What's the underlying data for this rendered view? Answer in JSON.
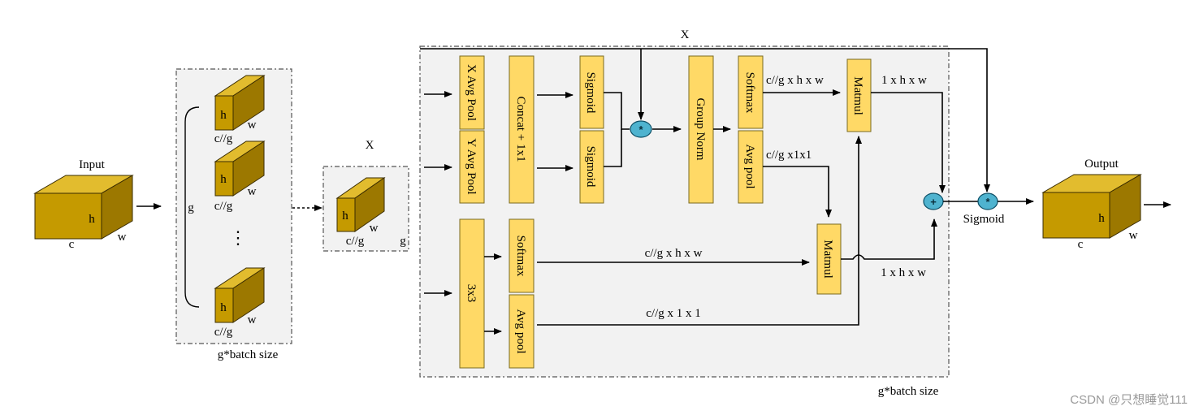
{
  "labels": {
    "input": "Input",
    "output": "Output",
    "x_top": "X",
    "x_group": "X",
    "group_g": "g",
    "group_g_small": "g",
    "batch_left": "g*batch size",
    "batch_right": "g*batch size",
    "sigmoid_final": "Sigmoid",
    "dots": "⋮"
  },
  "cube_labels": {
    "h": "h",
    "w": "w",
    "c": "c",
    "cg": "c//g"
  },
  "blocks": {
    "x_avg_pool": "X Avg Pool",
    "y_avg_pool": "Y Avg Pool",
    "concat": "Concat + 1x1",
    "sigmoid_1": "Sigmoid",
    "sigmoid_2": "Sigmoid",
    "group_norm": "Group Norm",
    "softmax_1": "Softmax",
    "avg_pool_1": "Avg pool",
    "matmul_1": "Matmul",
    "conv3x3": "3x3",
    "softmax_2": "Softmax",
    "avg_pool_2": "Avg pool",
    "matmul_2": "Matmul"
  },
  "operators": {
    "mul_1": "*",
    "add": "+",
    "mul_2": "*"
  },
  "dims": {
    "d1": "c//g x h x w",
    "d2": "c//g x1x1",
    "d3": "1 x h x w",
    "d4": "c//g x h x w",
    "d5": "c//g  x 1 x 1",
    "d6": "1 x h x w"
  },
  "watermark": "CSDN @只想睡觉111",
  "colors": {
    "cube_front": "#c59a00",
    "cube_top": "#e2bc2e",
    "cube_side": "#9c7800",
    "block": "#ffd966",
    "operator": "#4fb3cf",
    "region": "#f2f2f2"
  }
}
